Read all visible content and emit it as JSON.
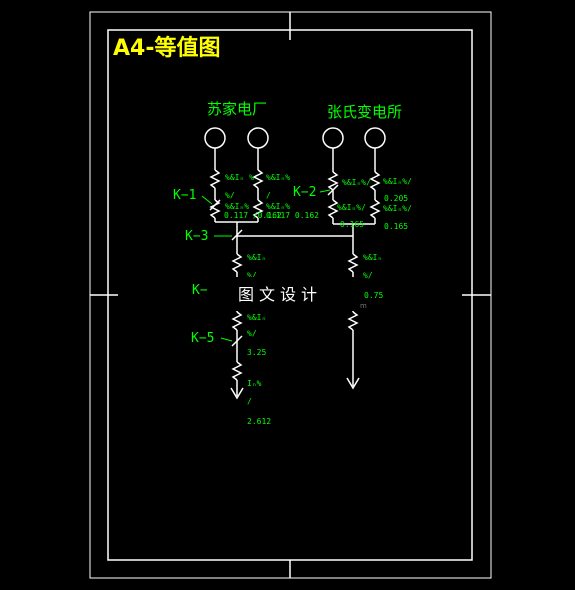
{
  "drawing": {
    "title": "A4-等值图",
    "stations": {
      "left": "苏家电厂",
      "right": "张氏变电所"
    },
    "switches": {
      "k1": "K−1",
      "k2": "K−2",
      "k3": "K−3",
      "k4": "K−",
      "k5": "K−5"
    },
    "params": {
      "gen1_top": "%&Iₙ %",
      "gen1_mid": "%/",
      "gen1_low": "%&Iₙ%",
      "gen1_val": "0.117 /0.162",
      "gen2_top": "%&Iₙ%",
      "gen2_mid": "/",
      "gen2_low": "%&Iₙ%",
      "gen2_val": "0.117 0.162",
      "tr1_top": "%&Iₙ%/",
      "tr1_low": "%&Iₙ%/",
      "tr1_val": "0.165",
      "tr2_top": "%&Iₙ%/",
      "tr2_val1": "0.205",
      "tr2_low": "%&Iₙ%/",
      "tr2_val2": "0.165",
      "line1_top": "%&Iₙ",
      "line1_mid": "%/",
      "line2_top": "%&Iₙ",
      "line2_mid": "%/",
      "line2_val": "0.75",
      "k5_top": "%&Iₙ",
      "k5_mid": "%/",
      "k5_val": "3.25",
      "load_top": "Iₙ%",
      "load_mid": "/",
      "load_val": "2.612"
    },
    "watermark": {
      "text": "图文设计",
      "sub": "m"
    },
    "colors": {
      "background": "#000000",
      "frame": "#ffffff",
      "title": "#ffff00",
      "text": "#00ff00"
    }
  }
}
